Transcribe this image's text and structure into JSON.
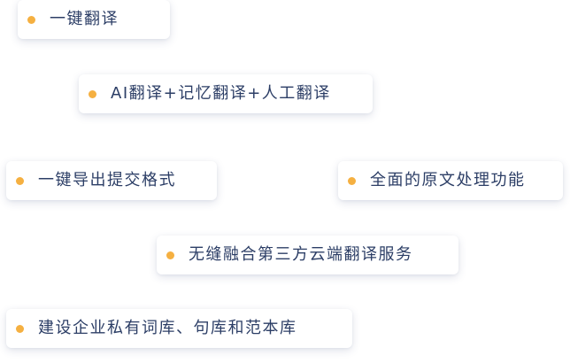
{
  "colors": {
    "dot": "#f5b041",
    "text": "#2c3e66",
    "chip_background": "#ffffff"
  },
  "features": [
    {
      "label": "一键翻译",
      "icon": "bullet-dot-icon"
    },
    {
      "label": "AI翻译+记忆翻译+人工翻译",
      "icon": "bullet-dot-icon"
    },
    {
      "label": "一键导出提交格式",
      "icon": "bullet-dot-icon"
    },
    {
      "label": "全面的原文处理功能",
      "icon": "bullet-dot-icon"
    },
    {
      "label": "无缝融合第三方云端翻译服务",
      "icon": "bullet-dot-icon"
    },
    {
      "label": "建设企业私有词库、句库和范本库",
      "icon": "bullet-dot-icon"
    }
  ]
}
